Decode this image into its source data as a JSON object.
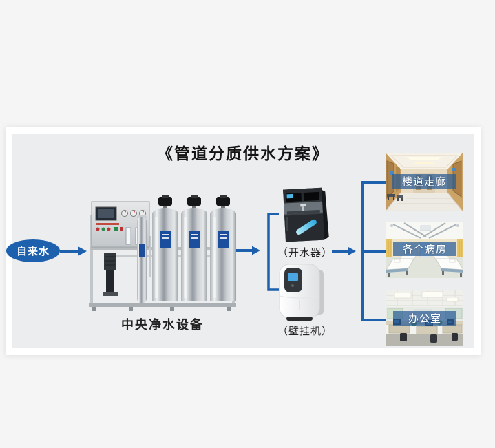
{
  "title": "《管道分质供水方案》",
  "source": {
    "label": "自来水"
  },
  "central": {
    "label": "中央净水设备"
  },
  "devices": {
    "boiler_label": "（开水器）",
    "wall_label": "（壁挂机）"
  },
  "destinations": [
    {
      "label": "楼道走廊"
    },
    {
      "label": "各个病房"
    },
    {
      "label": "办公室"
    }
  ],
  "colors": {
    "accent_blue": "#1d60ae",
    "band_blue": "rgba(40,92,150,0.72)",
    "page_bg": "#f5f5f5",
    "card_bg": "#ffffff",
    "diagram_bg": "#ecedee",
    "title_color": "#141414"
  }
}
